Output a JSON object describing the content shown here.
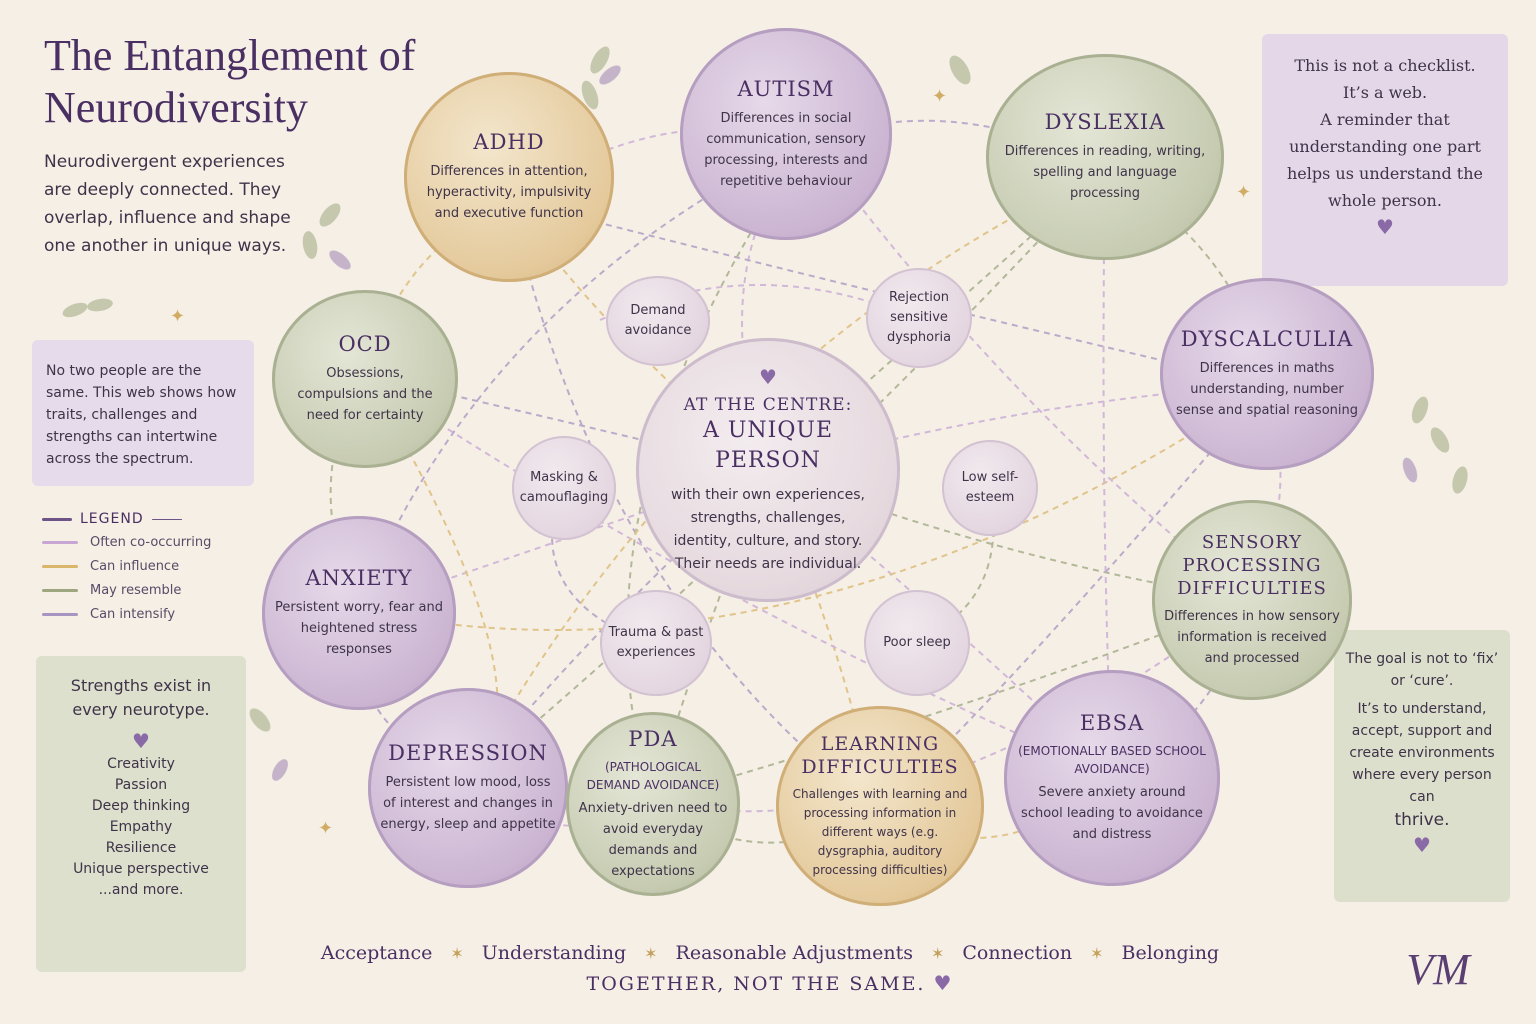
{
  "title": "The Entanglement of Neurodiversity",
  "intro": "Neurodivergent experiences are deeply connected. They overlap, influence and shape one another in unique ways.",
  "note": "No two people are the same. This web shows how traits, challenges and strengths can intertwine across the spectrum.",
  "legend": {
    "title": "LEGEND",
    "items": [
      {
        "label": "Often co-occurring",
        "color": "#c7a6d4"
      },
      {
        "label": "Can influence",
        "color": "#d9b66a"
      },
      {
        "label": "May resemble",
        "color": "#9ea67f"
      },
      {
        "label": "Can intensify",
        "color": "#a894c0"
      }
    ]
  },
  "strengths": {
    "lead": "Strengths exist in every neurotype.",
    "heart": "♥",
    "items": [
      "Creativity",
      "Passion",
      "Deep thinking",
      "Empathy",
      "Resilience",
      "Unique perspective",
      "...and more."
    ]
  },
  "checklist": {
    "line1": "This is not a checklist.",
    "line2": "It’s a web.",
    "line3": "A reminder that understanding one part helps us understand the whole person.",
    "heart": "♥"
  },
  "goal": {
    "line1": "The goal is not to ‘fix’ or ‘cure’.",
    "line2": "It’s to understand, accept, support and create environments where every person can",
    "line3": "thrive.",
    "heart": "♥"
  },
  "center": {
    "heart": "♥",
    "kicker": "AT THE CENTRE:",
    "title": "A UNIQUE PERSON",
    "desc": "with their own experiences, strengths, challenges, identity, culture, and story. Their needs are individual."
  },
  "bubbles": {
    "autism": {
      "title": "AUTISM",
      "desc": "Differences in social communication, sensory processing, interests and repetitive behaviour"
    },
    "adhd": {
      "title": "ADHD",
      "desc": "Differences in attention, hyperactivity, impulsivity and executive function"
    },
    "dyslexia": {
      "title": "DYSLEXIA",
      "desc": "Differences in reading, writing, spelling and language processing"
    },
    "ocd": {
      "title": "OCD",
      "desc": "Obsessions, compulsions and the need for certainty"
    },
    "dyscalculia": {
      "title": "DYSCALCULIA",
      "desc": "Differences in maths understanding, number sense and spatial reasoning"
    },
    "sensory": {
      "title": "SENSORY PROCESSING DIFFICULTIES",
      "desc": "Differences in how sensory information is received and processed"
    },
    "anxiety": {
      "title": "ANXIETY",
      "desc": "Persistent worry, fear and heightened stress responses"
    },
    "depression": {
      "title": "DEPRESSION",
      "desc": "Persistent low mood, loss of interest and changes in energy, sleep and appetite"
    },
    "pda": {
      "title": "PDA",
      "sub": "(PATHOLOGICAL DEMAND AVOIDANCE)",
      "desc": "Anxiety-driven need to avoid everyday demands and expectations"
    },
    "learning": {
      "title": "LEARNING DIFFICULTIES",
      "desc": "Challenges with learning and processing information in different ways (e.g. dysgraphia, auditory processing difficulties)"
    },
    "ebsa": {
      "title": "EBSA",
      "sub": "(EMOTIONALLY BASED SCHOOL AVOIDANCE)",
      "desc": "Severe anxiety around school leading to avoidance and distress"
    }
  },
  "small": {
    "demand": "Demand avoidance",
    "rsd": "Rejection sensitive dysphoria",
    "masking": "Masking & camouflaging",
    "esteem": "Low self-esteem",
    "trauma": "Trauma & past experiences",
    "sleep": "Poor sleep"
  },
  "values": [
    "Acceptance",
    "Understanding",
    "Reasonable Adjustments",
    "Connection",
    "Belonging"
  ],
  "value_separator": "✶",
  "tagline": "TOGETHER, NOT THE SAME.",
  "tagline_heart": "♥",
  "logo": "VM"
}
